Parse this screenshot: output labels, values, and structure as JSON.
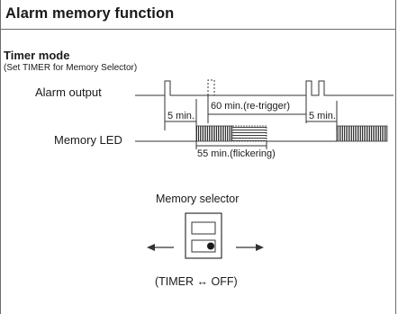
{
  "title": "Alarm memory function",
  "section": {
    "heading": "Timer mode",
    "note": "(Set TIMER for Memory Selector)"
  },
  "timing": {
    "alarm_output_label": "Alarm output",
    "memory_led_label": "Memory LED",
    "delay_first": "5 min.",
    "retrigger": "60 min.(re-trigger)",
    "delay_second": "5 min.",
    "flicker": "55 min.(flickering)"
  },
  "selector": {
    "label": "Memory selector",
    "positions": "(TIMER ↔ OFF)"
  }
}
